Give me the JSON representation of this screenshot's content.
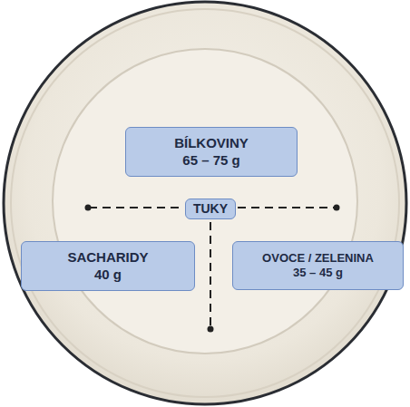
{
  "diagram": {
    "nodes": [
      {
        "text": [
          "BÍLKOVINY",
          "65 – 75 g"
        ]
      },
      {
        "text": [
          "TUKY"
        ]
      },
      {
        "text": [
          "SACHARIDY",
          "40 g"
        ]
      },
      {
        "text": [
          "OVOCE / ZELENINA",
          "35 – 45 g"
        ]
      }
    ]
  }
}
